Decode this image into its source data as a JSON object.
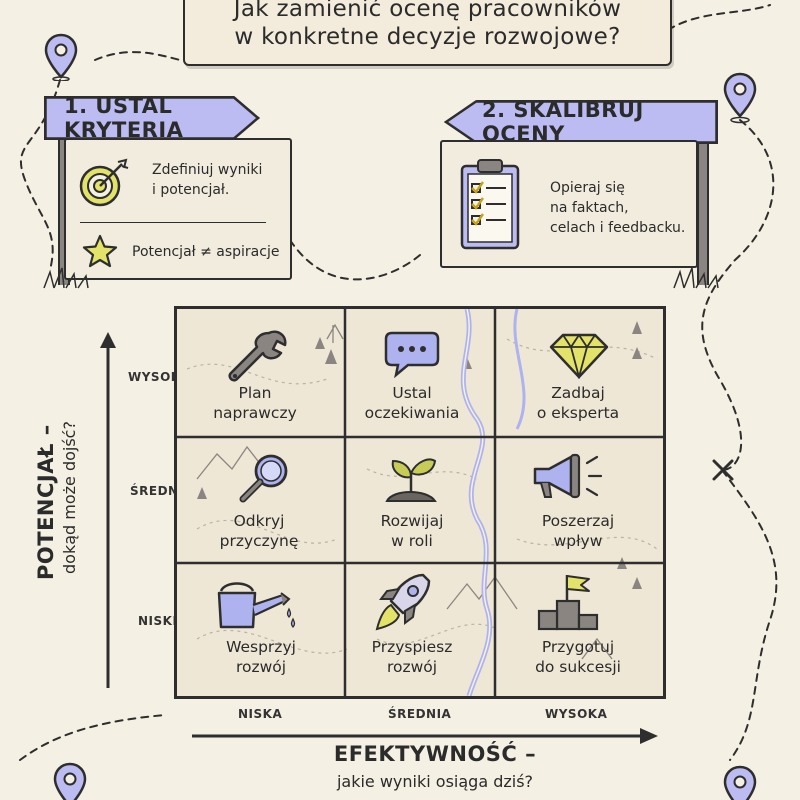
{
  "title": {
    "line1": "Jak zamienić ocenę pracowników",
    "line2": "w konkretne decyzje rozwojowe?"
  },
  "steps": [
    {
      "label": "1. USTAL KRYTERIA",
      "items": [
        "Zdefiniuj wyniki i potencjał.",
        "Potencjał ≠ aspiracje"
      ]
    },
    {
      "label": "2. SKALIBRUJ OCENY",
      "items": [
        "Opieraj się na faktach, celach i feedbacku."
      ]
    }
  ],
  "step1_item1_line1": "Zdefiniuj wyniki",
  "step1_item1_line2": "i potencjał.",
  "step1_item2": "Potencjał ≠ aspiracje",
  "step2_line1": "Opieraj się",
  "step2_line2": "na faktach,",
  "step2_line3": "celach i feedbacku.",
  "y_axis": {
    "title": "POTENCJAŁ –",
    "subtitle": "dokąd może dojść?",
    "levels": [
      "WYSOKI",
      "ŚREDNI",
      "NISKI"
    ]
  },
  "x_axis": {
    "title": "EFEKTYWNOŚĆ –",
    "subtitle": "jakie wyniki osiąga dziś?",
    "levels": [
      "NISKA",
      "ŚREDNIA",
      "WYSOKA"
    ]
  },
  "matrix": [
    [
      {
        "l1": "Plan",
        "l2": "naprawczy",
        "icon": "wrench-icon"
      },
      {
        "l1": "Ustal",
        "l2": "oczekiwania",
        "icon": "speech-bubble-icon"
      },
      {
        "l1": "Zadbaj",
        "l2": "o eksperta",
        "icon": "diamond-icon"
      }
    ],
    [
      {
        "l1": "Odkryj",
        "l2": "przyczynę",
        "icon": "magnifier-icon"
      },
      {
        "l1": "Rozwijaj",
        "l2": "w roli",
        "icon": "sprout-icon"
      },
      {
        "l1": "Poszerzaj",
        "l2": "wpływ",
        "icon": "megaphone-icon"
      }
    ],
    [
      {
        "l1": "Wesprzyj",
        "l2": "rozwój",
        "icon": "watering-can-icon"
      },
      {
        "l1": "Przyspiesz",
        "l2": "rozwój",
        "icon": "rocket-icon"
      },
      {
        "l1": "Przygotuj",
        "l2": "do sukcesji",
        "icon": "podium-flag-icon"
      }
    ]
  ],
  "colors": {
    "accent": "#bcbcf3",
    "highlight": "#e3e36a",
    "background": "#f5f0e4",
    "ink": "#2e2e2e",
    "river": "#aeb3ef"
  }
}
